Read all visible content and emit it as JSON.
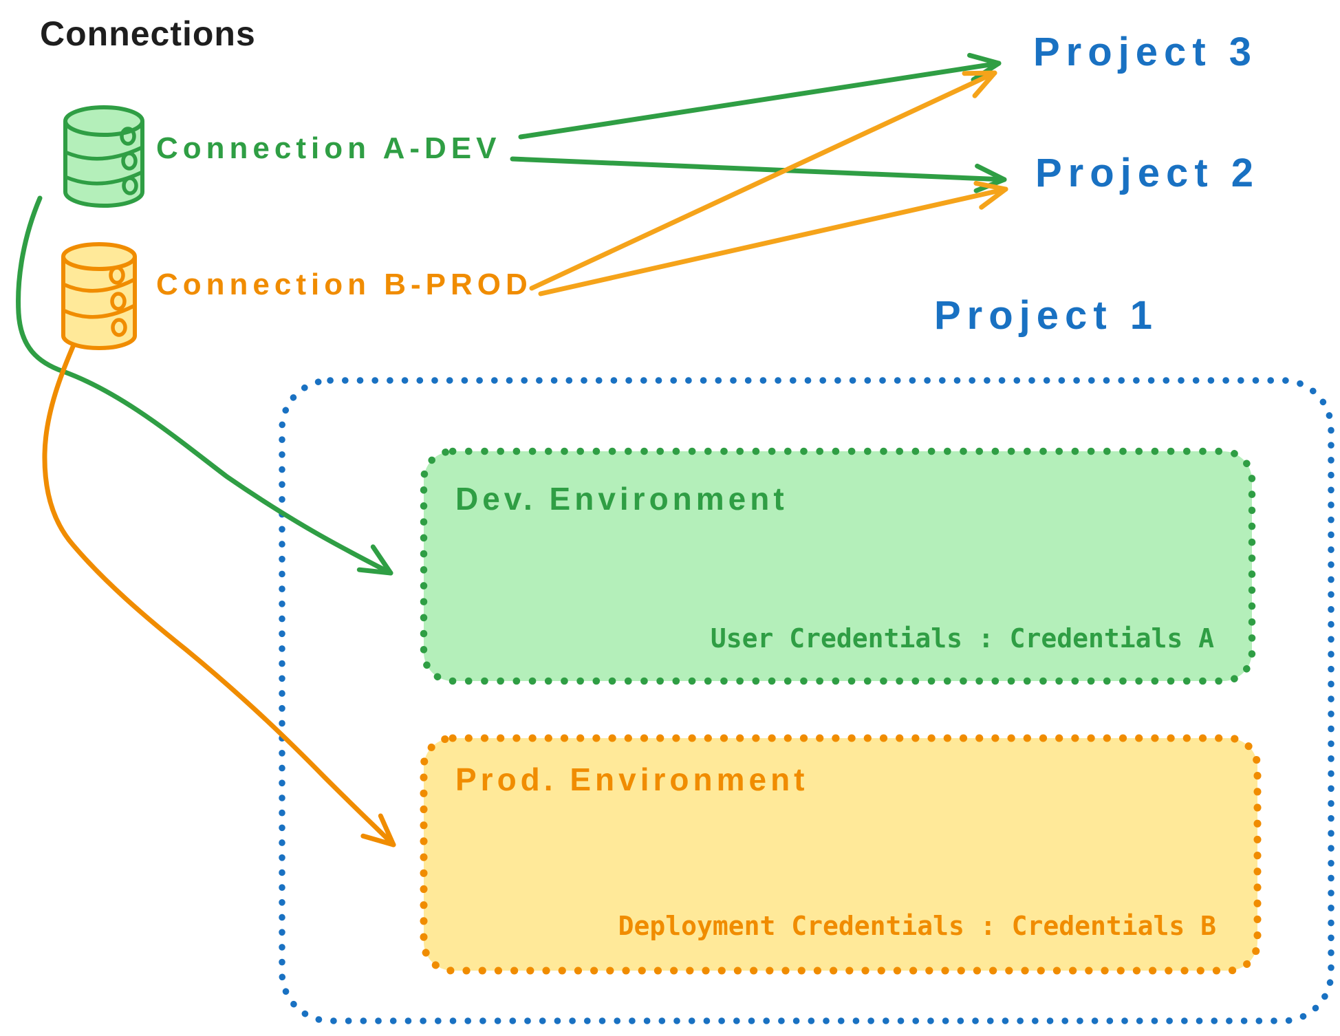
{
  "title": "Connections",
  "colors": {
    "title": "#1e1e1e",
    "blue": "#1971c2",
    "green": "#2f9e44",
    "green_fill": "#b4efba",
    "orange": "#f08c00",
    "orange_fill": "#ffe999",
    "yellow_arrow": "#f5a31a"
  },
  "connections": [
    {
      "label": "Connection A-DEV",
      "icon": "database-icon",
      "color": "#2f9e44"
    },
    {
      "label": "Connection B-PROD",
      "icon": "database-icon",
      "color": "#f08c00"
    }
  ],
  "projects": [
    {
      "label": "Project 3"
    },
    {
      "label": "Project 2"
    },
    {
      "label": "Project 1"
    }
  ],
  "edges": [
    {
      "from": "Connection A-DEV",
      "to": "Project 3"
    },
    {
      "from": "Connection A-DEV",
      "to": "Project 2"
    },
    {
      "from": "Connection B-PROD",
      "to": "Project 3"
    },
    {
      "from": "Connection B-PROD",
      "to": "Project 2"
    },
    {
      "from": "Connection A-DEV",
      "to": "Dev. Environment"
    },
    {
      "from": "Connection B-PROD",
      "to": "Prod. Environment"
    }
  ],
  "project1": {
    "dev": {
      "title": "Dev. Environment",
      "credentials": "User Credentials : Credentials A"
    },
    "prod": {
      "title": "Prod. Environment",
      "credentials": "Deployment Credentials : Credentials B"
    }
  }
}
